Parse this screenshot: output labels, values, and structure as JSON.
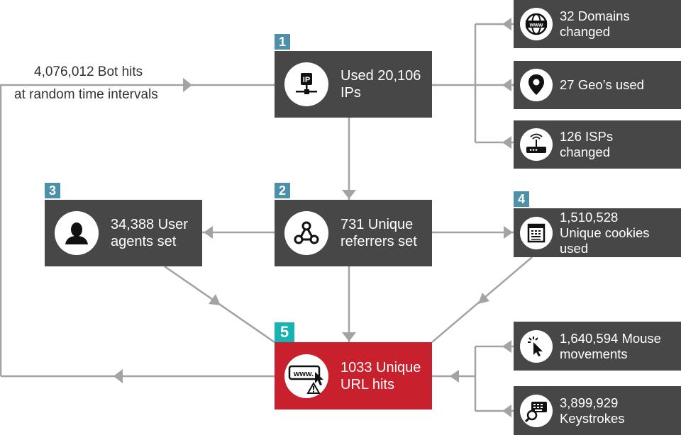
{
  "bot_hits": {
    "line1": "4,076,012 Bot hits",
    "line2": "at random time intervals"
  },
  "steps": [
    {
      "badge": "1",
      "line1": "Used 20,106",
      "line2": "IPs",
      "icon": "ip-network-icon"
    },
    {
      "badge": "2",
      "line1": "731 Unique",
      "line2": "referrers set",
      "icon": "share-nodes-icon"
    },
    {
      "badge": "3",
      "line1": "34,388 User",
      "line2": "agents set",
      "icon": "user-silhouette-icon"
    },
    {
      "badge": "4",
      "line1": "1,510,528",
      "line2": "Unique cookies",
      "line3": "used",
      "icon": "cookie-document-icon"
    },
    {
      "badge": "5",
      "line1": "1033 Unique",
      "line2": "URL hits",
      "icon": "www-cursor-warning-icon"
    }
  ],
  "ip_details": [
    {
      "line1": "32 Domains",
      "line2": "changed",
      "icon": "globe-www-icon"
    },
    {
      "line1": "27 Geo’s used",
      "line2": "",
      "icon": "location-pin-icon"
    },
    {
      "line1": "126 ISPs",
      "line2": "changed",
      "icon": "router-icon"
    }
  ],
  "url_details": [
    {
      "line1": "1,640,594 Mouse",
      "line2": "movements",
      "icon": "mouse-click-icon"
    },
    {
      "line1": "3,899,929",
      "line2": "Keystrokes",
      "icon": "keyboard-search-icon"
    }
  ],
  "colors": {
    "box": "#474747",
    "highlight": "#c8202c",
    "badge": "#4d90a8",
    "badge_highlight": "#19b3b3",
    "connector": "#a3a3a3"
  }
}
